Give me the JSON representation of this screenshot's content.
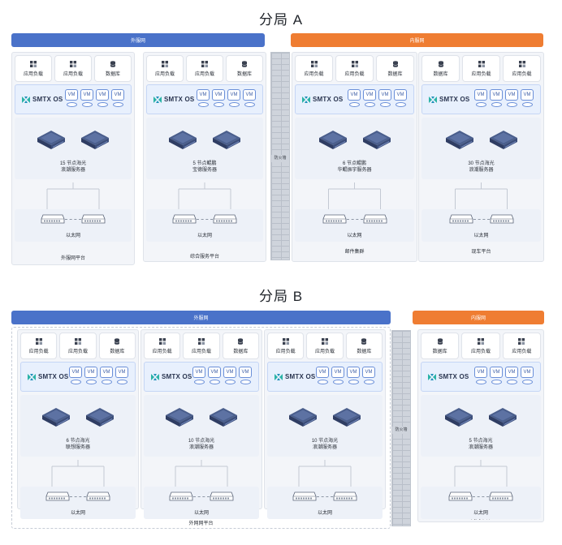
{
  "section_a": {
    "title": "分局 A",
    "external_bar": "外服网",
    "internal_bar": "内服网",
    "firewall": "防火墙",
    "platforms": [
      {
        "apps": [
          "应用负载",
          "应用负载",
          "数据库"
        ],
        "os": "SMTX OS",
        "vm": "VM",
        "servers": "15 节点海光\n浪潮服务器",
        "network": "以太网",
        "name": "外服网平台"
      },
      {
        "apps": [
          "应用负载",
          "应用负载",
          "数据库"
        ],
        "os": "SMTX OS",
        "vm": "VM",
        "servers": "5 节点鲲鹏\n宝德服务器",
        "network": "以太网",
        "name": "综合服务平台"
      },
      {
        "apps": [
          "应用负载",
          "应用负载",
          "数据库"
        ],
        "os": "SMTX OS",
        "vm": "VM",
        "servers": "6 节点鲲鹏\n华鲲振宇服务器",
        "network": "以太网",
        "name": "邮件集群"
      },
      {
        "apps": [
          "数据库",
          "应用负载",
          "应用负载"
        ],
        "os": "SMTX OS",
        "vm": "VM",
        "servers": "30 节点海光\n浪潮服务器",
        "network": "以太网",
        "name": "现车平台"
      }
    ]
  },
  "section_b": {
    "title": "分局 B",
    "external_bar": "外服网",
    "internal_bar": "内服网",
    "firewall": "防火墙",
    "external_platform_name": "外网网平台",
    "platforms": [
      {
        "apps": [
          "应用负载",
          "应用负载",
          "数据库"
        ],
        "os": "SMTX OS",
        "vm": "VM",
        "servers": "6 节点海光\n联想服务器",
        "network": "以太网"
      },
      {
        "apps": [
          "应用负载",
          "应用负载",
          "数据库"
        ],
        "os": "SMTX OS",
        "vm": "VM",
        "servers": "10 节点海光\n浪潮服务器",
        "network": "以太网"
      },
      {
        "apps": [
          "应用负载",
          "应用负载",
          "数据库"
        ],
        "os": "SMTX OS",
        "vm": "VM",
        "servers": "10 节点海光\n浪潮服务器",
        "network": "以太网"
      },
      {
        "apps": [
          "数据库",
          "应用负载",
          "应用负载"
        ],
        "os": "SMTX OS",
        "vm": "VM",
        "servers": "5 节点海光\n浪潮服务器",
        "network": "以太网",
        "name": "内网平台"
      }
    ]
  },
  "colors": {
    "external": "#4a72c9",
    "internal": "#ef7d32",
    "smtx_logo": "#2bb3a7"
  },
  "icons": {
    "app": "app-grid-icon",
    "database": "database-icon",
    "smtx": "smtx-logo-icon",
    "server": "server-icon",
    "switch": "switch-icon"
  }
}
